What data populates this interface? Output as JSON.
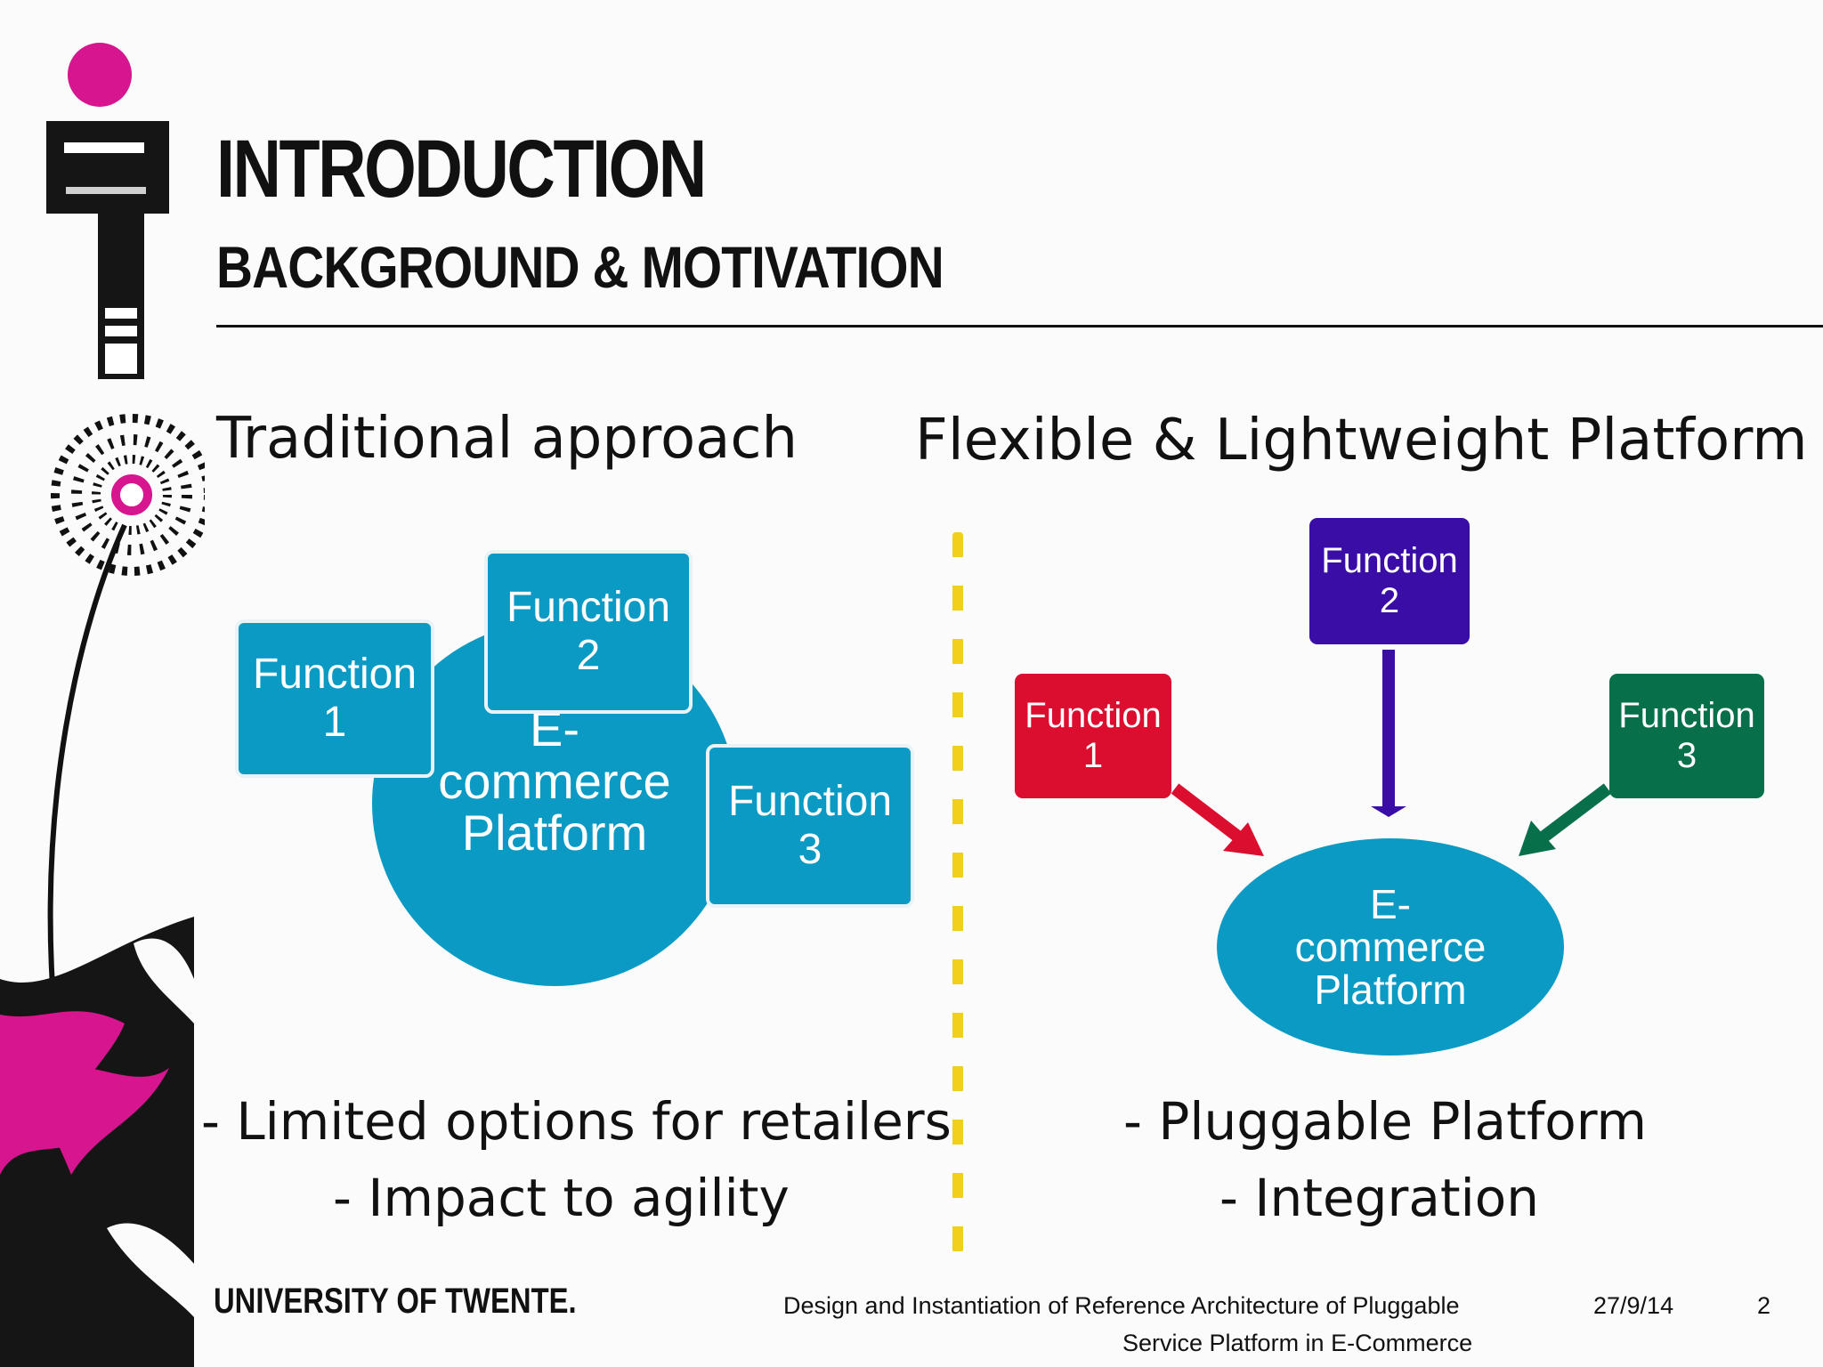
{
  "slide": {
    "title": "INTRODUCTION",
    "subtitle": "BACKGROUND & MOTIVATION"
  },
  "left": {
    "heading": "Traditional approach",
    "function1": [
      "Function",
      "1"
    ],
    "function2": [
      "Function",
      "2"
    ],
    "function3": [
      "Function",
      "3"
    ],
    "platform": [
      "E-",
      "commerce",
      "Platform"
    ],
    "bullets": [
      "- Limited options for retailers",
      "- Impact to agility"
    ]
  },
  "right": {
    "heading": "Flexible & Lightweight Platform",
    "function1": [
      "Function",
      "1"
    ],
    "function2": [
      "Function",
      "2"
    ],
    "function3": [
      "Function",
      "3"
    ],
    "platform": [
      "E-",
      "commerce",
      "Platform"
    ],
    "bullets": [
      "- Pluggable Platform",
      "- Integration"
    ]
  },
  "footer": {
    "logo": "UNIVERSITY OF TWENTE.",
    "description_line1": "Design and Instantiation of Reference Architecture of Pluggable",
    "description_line2": "Service Platform in E-Commerce",
    "date": "27/9/14",
    "page": "2"
  },
  "colors": {
    "blue": "#0a9ac4",
    "red": "#dc0e2f",
    "purple": "#3a0da6",
    "green": "#07704a",
    "divider": "#f2cf1b",
    "magenta": "#d6158f"
  }
}
